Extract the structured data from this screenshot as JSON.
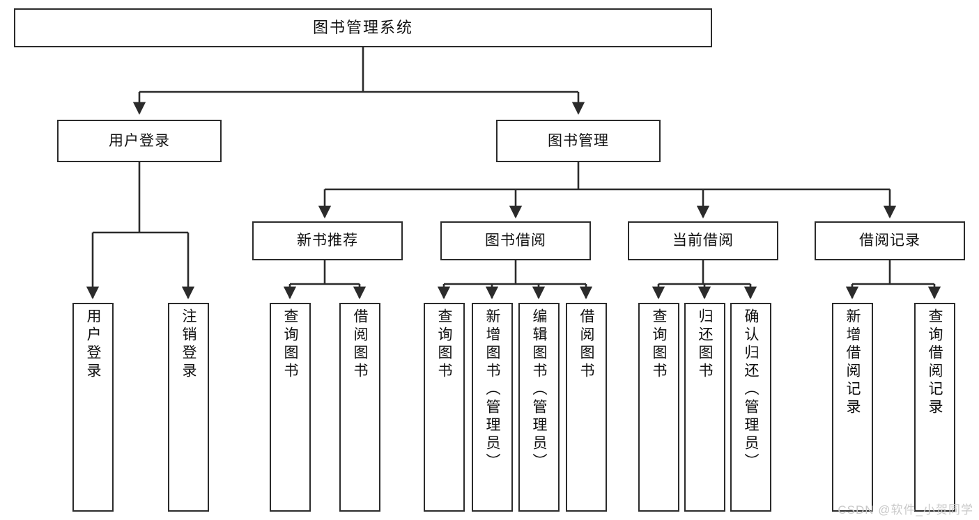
{
  "diagram": {
    "title": "图书管理系统",
    "type": "tree-hierarchy-diagram",
    "root": {
      "label": "图书管理系统"
    },
    "level2": [
      {
        "label": "用户登录"
      },
      {
        "label": "图书管理"
      }
    ],
    "level3": [
      {
        "label": "新书推荐"
      },
      {
        "label": "图书借阅"
      },
      {
        "label": "当前借阅"
      },
      {
        "label": "借阅记录"
      }
    ],
    "leaves": {
      "user_login": [
        {
          "label": "用户登录"
        },
        {
          "label": "注销登录"
        }
      ],
      "new_book_recommend": [
        {
          "label": "查询图书"
        },
        {
          "label": "借阅图书"
        }
      ],
      "book_borrow": [
        {
          "label": "查询图书"
        },
        {
          "label": "新增图书（管理员）"
        },
        {
          "label": "编辑图书（管理员）"
        },
        {
          "label": "借阅图书"
        }
      ],
      "current_borrow": [
        {
          "label": "查询图书"
        },
        {
          "label": "归还图书"
        },
        {
          "label": "确认归还（管理员）"
        }
      ],
      "borrow_record": [
        {
          "label": "新增借阅记录"
        },
        {
          "label": "查询借阅记录"
        }
      ]
    }
  },
  "watermark": {
    "text": "CSDN @软件_小贺同学"
  },
  "colors": {
    "background": "#ffffff",
    "box_border": "#2b2b2b",
    "connector": "#2b2b2b",
    "text": "#111111",
    "watermark": "#c9c9c9"
  }
}
